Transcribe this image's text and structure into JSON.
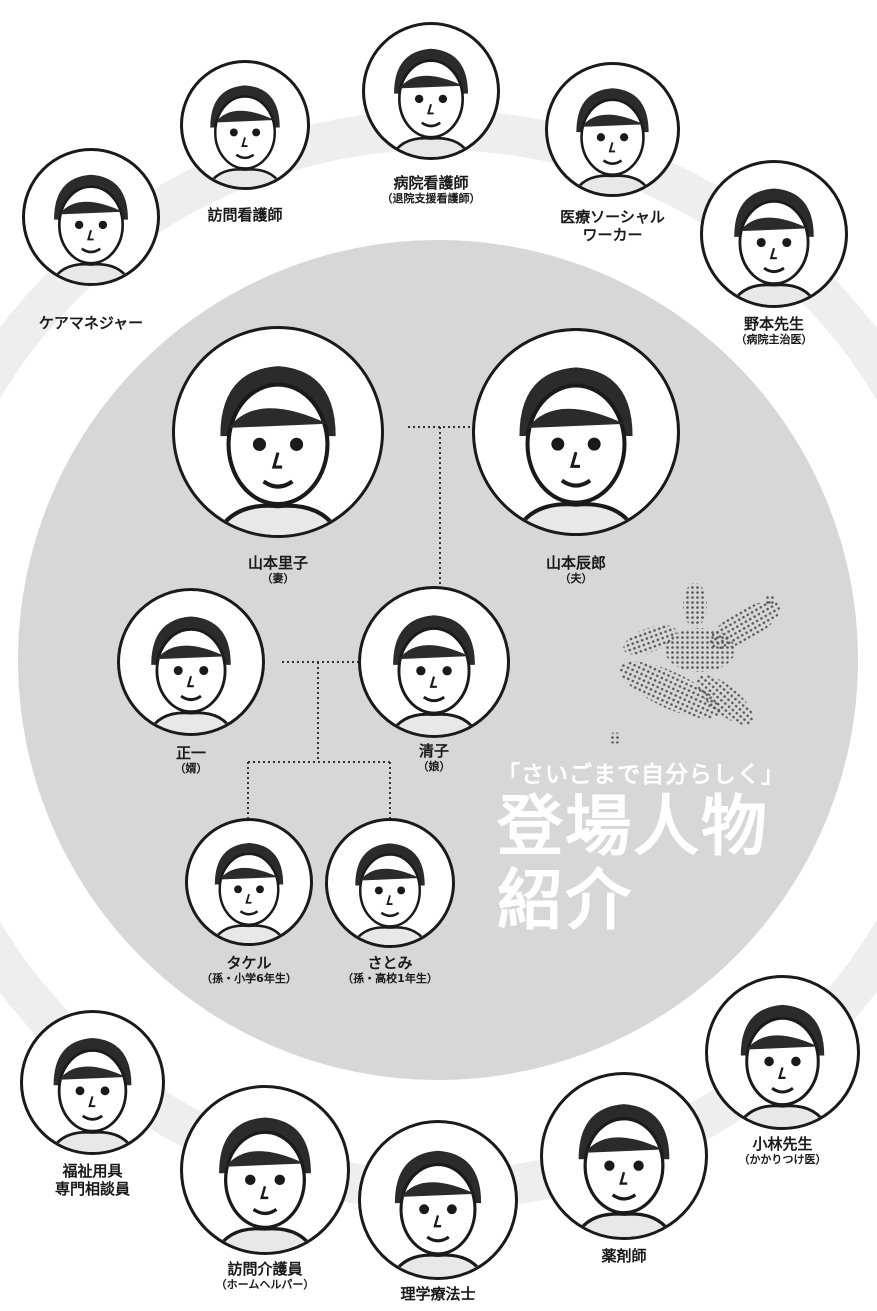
{
  "title": {
    "subtitle": "「さいごまで自分らしく」",
    "main": "登場人物\n紹介"
  },
  "colors": {
    "center_circle": "#d7d7d7",
    "outer_band": "#ececec",
    "ink": "#1a1a1a",
    "title_text": "#ffffff"
  },
  "characters": {
    "care_manager": {
      "name": "ケアマネジャー",
      "note": ""
    },
    "visiting_nurse": {
      "name": "訪問看護師",
      "note": ""
    },
    "hospital_nurse": {
      "name": "病院看護師",
      "note": "（退院支援看護師）"
    },
    "social_worker": {
      "name": "医療ソーシャル\nワーカー",
      "note": ""
    },
    "dr_nomoto": {
      "name": "野本先生",
      "note": "（病院主治医）"
    },
    "satoko": {
      "name": "山本里子",
      "note": "（妻）"
    },
    "tatsuro": {
      "name": "山本辰郎",
      "note": "（夫）"
    },
    "masakazu": {
      "name": "正一",
      "note": "（婿）"
    },
    "kiyoko": {
      "name": "清子",
      "note": "（娘）"
    },
    "takeru": {
      "name": "タケル",
      "note": "（孫・小学6年生）"
    },
    "satomi": {
      "name": "さとみ",
      "note": "（孫・高校1年生）"
    },
    "welfare_consultant": {
      "name": "福祉用具\n専門相談員",
      "note": ""
    },
    "home_helper": {
      "name": "訪問介護員",
      "note": "（ホームヘルパー）"
    },
    "physical_therapist": {
      "name": "理学療法士",
      "note": ""
    },
    "pharmacist": {
      "name": "薬剤師",
      "note": ""
    },
    "dr_kobayashi": {
      "name": "小林先生",
      "note": "（かかりつけ医）"
    }
  }
}
